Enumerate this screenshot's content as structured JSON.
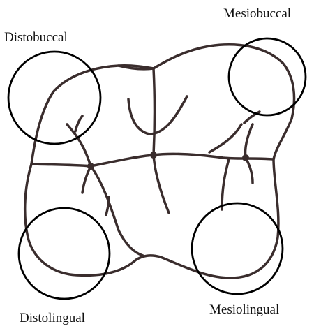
{
  "diagram": {
    "labels": {
      "mesiobuccal": "Mesiobuccal",
      "distobuccal": "Distobuccal",
      "distolingual": "Distolingual",
      "mesiolingual": "Mesiolingual"
    },
    "colors": {
      "outline": "#3a2d2d",
      "circle": "#000000",
      "text": "#111111",
      "background": "#ffffff"
    }
  }
}
